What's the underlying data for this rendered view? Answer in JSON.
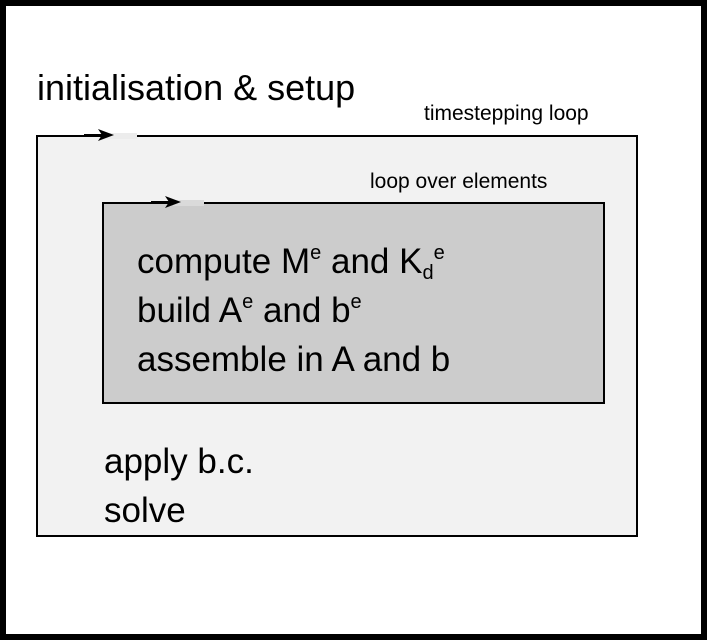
{
  "title": "initialisation & setup",
  "outer_loop": {
    "label": "timestepping loop",
    "steps": [
      "apply b.c.",
      "solve"
    ]
  },
  "inner_loop": {
    "label": "loop over elements",
    "line1": {
      "t1": "compute M",
      "s1": "e",
      "t2": " and K",
      "sub": "d",
      "s2": "e"
    },
    "line2": {
      "t1": "build A",
      "s1": "e",
      "t2": " and b",
      "s2": "e"
    },
    "line3": "assemble in A and b"
  },
  "colors": {
    "outer_fill": "#f2f2f2",
    "inner_fill": "#cccccc",
    "border": "#000000"
  },
  "icons": [
    "loop-entry-arrow-icon"
  ]
}
